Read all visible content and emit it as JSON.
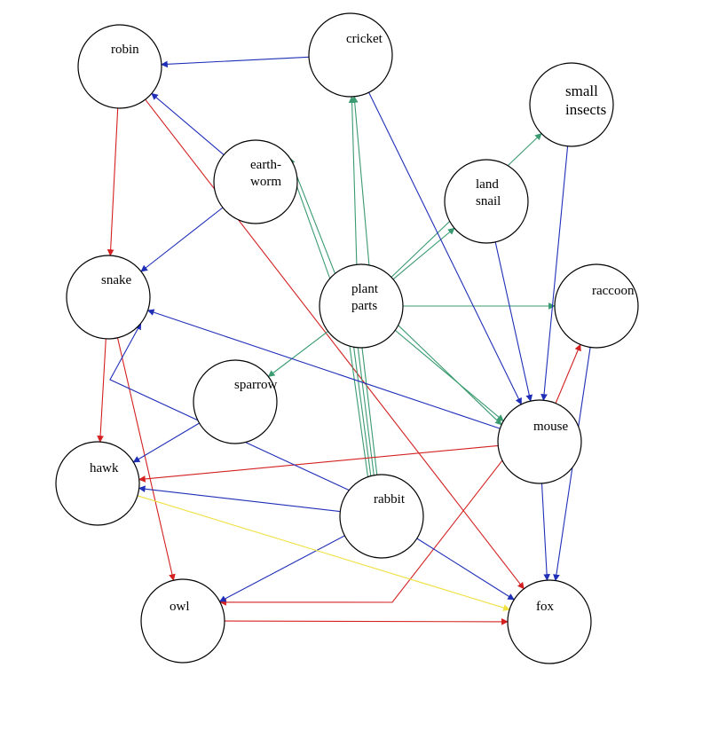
{
  "colors": {
    "blue": "#1f2fb8",
    "green": "#3a9a70",
    "red": "#d42020",
    "yellow": "#f0e040"
  },
  "nodes": {
    "robin": {
      "label_lines": [
        "robin"
      ]
    },
    "cricket": {
      "label_lines": [
        "cricket"
      ]
    },
    "small_insects": {
      "label_lines": [
        "small",
        "insects"
      ]
    },
    "earthworm": {
      "label_lines": [
        "earth-",
        "worm"
      ]
    },
    "land_snail": {
      "label_lines": [
        "land",
        "snail"
      ]
    },
    "snake": {
      "label_lines": [
        "snake"
      ]
    },
    "plant_parts": {
      "label_lines": [
        "plant",
        "parts"
      ]
    },
    "raccoon": {
      "label_lines": [
        "raccoon"
      ]
    },
    "sparrow": {
      "label_lines": [
        "sparrow"
      ]
    },
    "mouse": {
      "label_lines": [
        "mouse"
      ]
    },
    "hawk": {
      "label_lines": [
        "hawk"
      ]
    },
    "rabbit": {
      "label_lines": [
        "rabbit"
      ]
    },
    "owl": {
      "label_lines": [
        "owl"
      ]
    },
    "fox": {
      "label_lines": [
        "fox"
      ]
    }
  },
  "edges": [
    {
      "from": "cricket",
      "to": "robin",
      "color": "blue"
    },
    {
      "from": "earthworm",
      "to": "robin",
      "color": "blue"
    },
    {
      "from": "earthworm",
      "to": "snake",
      "color": "blue"
    },
    {
      "from": "robin",
      "to": "snake",
      "color": "red"
    },
    {
      "from": "robin",
      "to": "fox",
      "color": "red"
    },
    {
      "from": "plant_parts",
      "to": "cricket",
      "color": "green"
    },
    {
      "from": "plant_parts",
      "to": "cricket",
      "color": "green"
    },
    {
      "from": "plant_parts",
      "to": "small_insects",
      "color": "green"
    },
    {
      "from": "plant_parts",
      "to": "earthworm",
      "color": "green"
    },
    {
      "from": "plant_parts",
      "to": "earthworm",
      "color": "green"
    },
    {
      "from": "plant_parts",
      "to": "land_snail",
      "color": "green"
    },
    {
      "from": "plant_parts",
      "to": "raccoon",
      "color": "green"
    },
    {
      "from": "plant_parts",
      "to": "sparrow",
      "color": "green"
    },
    {
      "from": "plant_parts",
      "to": "mouse",
      "color": "green"
    },
    {
      "from": "plant_parts",
      "to": "mouse",
      "color": "green"
    },
    {
      "from": "plant_parts",
      "to": "rabbit",
      "color": "green"
    },
    {
      "from": "plant_parts",
      "to": "rabbit",
      "color": "green"
    },
    {
      "from": "plant_parts",
      "to": "rabbit",
      "color": "green"
    },
    {
      "from": "plant_parts",
      "to": "rabbit",
      "color": "green"
    },
    {
      "from": "cricket",
      "to": "mouse",
      "color": "blue"
    },
    {
      "from": "small_insects",
      "to": "mouse",
      "color": "blue"
    },
    {
      "from": "land_snail",
      "to": "mouse",
      "color": "blue"
    },
    {
      "from": "mouse",
      "to": "snake",
      "color": "blue"
    },
    {
      "from": "mouse",
      "to": "raccoon",
      "color": "red"
    },
    {
      "from": "mouse",
      "to": "hawk",
      "color": "red"
    },
    {
      "from": "mouse",
      "to": "owl",
      "color": "red"
    },
    {
      "from": "mouse",
      "to": "fox",
      "color": "blue"
    },
    {
      "from": "raccoon",
      "to": "fox",
      "color": "blue"
    },
    {
      "from": "snake",
      "to": "hawk",
      "color": "red"
    },
    {
      "from": "snake",
      "to": "owl",
      "color": "red"
    },
    {
      "from": "sparrow",
      "to": "hawk",
      "color": "blue"
    },
    {
      "from": "rabbit",
      "to": "snake",
      "color": "blue"
    },
    {
      "from": "rabbit",
      "to": "hawk",
      "color": "blue"
    },
    {
      "from": "rabbit",
      "to": "owl",
      "color": "blue"
    },
    {
      "from": "rabbit",
      "to": "fox",
      "color": "blue"
    },
    {
      "from": "hawk",
      "to": "fox",
      "color": "yellow"
    },
    {
      "from": "owl",
      "to": "fox",
      "color": "red"
    }
  ]
}
